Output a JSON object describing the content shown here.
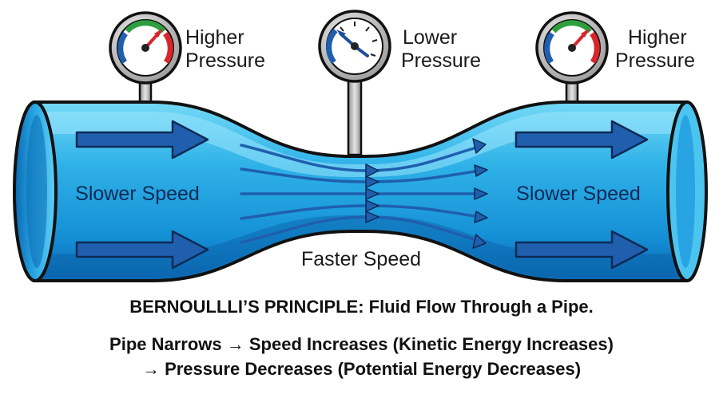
{
  "gauges": {
    "left": {
      "label_line_1": "Higher",
      "label_line_2": "Pressure"
    },
    "middle": {
      "label_line_1": "Lower",
      "label_line_2": "Pressure"
    },
    "right": {
      "label_line_1": "Higher",
      "label_line_2": "Pressure"
    }
  },
  "pipe": {
    "inlet_speed_label": "Slower Speed",
    "throat_speed_label": "Faster Speed",
    "outlet_speed_label": "Slower Speed"
  },
  "caption": {
    "title": "BERNOULLLI’S PRINCIPLE: Fluid Flow Through a Pipe.",
    "line_1": "Pipe Narrows → Speed Increases (Kinetic Energy Increases)",
    "line_2": "→ Pressure Decreases (Potential Energy Decreases)"
  },
  "colors": {
    "outline": "#111111",
    "water_light": "#5fd0f5",
    "water_mid": "#1ea4e0",
    "water_dark": "#0b6fb8",
    "arrow_fill": "#1f5fae",
    "gauge_green": "#2e9e3e",
    "gauge_red": "#d8262c",
    "gauge_blue": "#1f5fae",
    "needle_red": "#d8262c",
    "needle_blue": "#1f4f99"
  }
}
